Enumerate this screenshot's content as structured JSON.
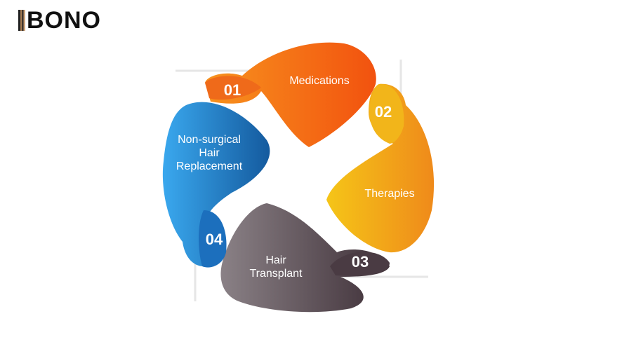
{
  "logo": {
    "text": "BONO"
  },
  "steps": [
    {
      "number": "01",
      "label": "Medications",
      "color": "#f26b1d"
    },
    {
      "number": "02",
      "label": "Therapies",
      "color": "#f2a31b"
    },
    {
      "number": "03",
      "label_lines": [
        "Hair",
        "Transplant"
      ],
      "color": "#5e4e55"
    },
    {
      "number": "04",
      "label_lines": [
        "Non-surgical",
        "Hair",
        "Replacement"
      ],
      "color": "#1f78c8"
    }
  ]
}
